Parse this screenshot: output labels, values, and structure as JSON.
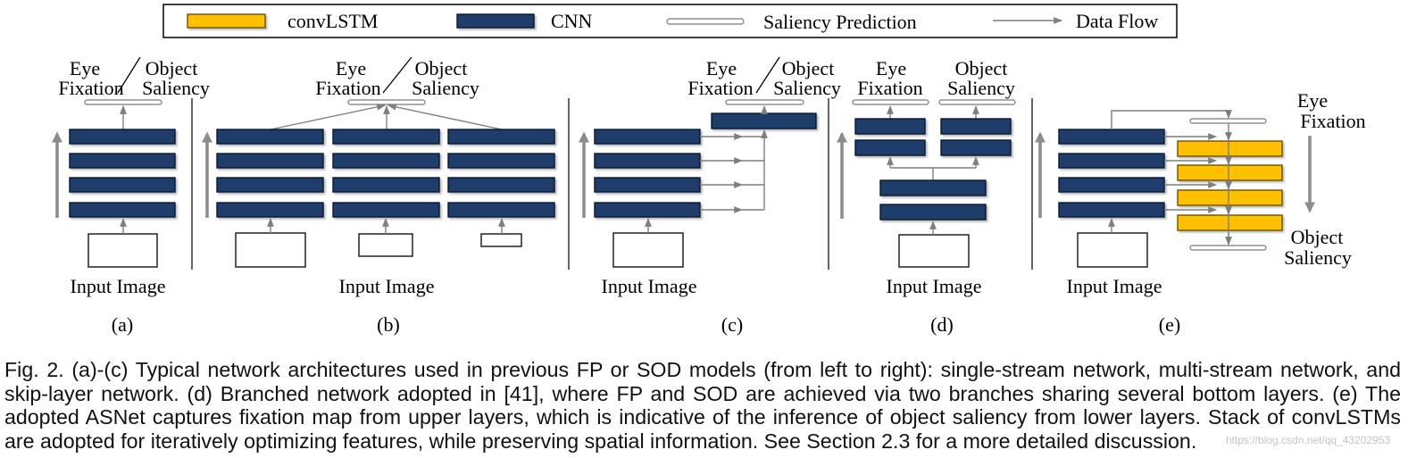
{
  "colors": {
    "convlstm": "#FFC000",
    "cnn": "#1F3D6B",
    "data_flow": "#7F7F7F"
  },
  "legend": {
    "convlstm": "convLSTM",
    "cnn": "CNN",
    "saliency_prediction": "Saliency Prediction",
    "data_flow": "Data Flow"
  },
  "panels": {
    "a": {
      "label": "(a)",
      "eye": "Eye",
      "fixation": "Fixation",
      "object": "Object",
      "saliency": "Saliency",
      "input": "Input Image"
    },
    "b": {
      "label": "(b)",
      "eye": "Eye",
      "fixation": "Fixation",
      "object": "Object",
      "saliency": "Saliency",
      "input": "Input Image"
    },
    "c": {
      "label": "(c)",
      "eye": "Eye",
      "fixation": "Fixation",
      "object": "Object",
      "saliency": "Saliency",
      "input": "Input Image"
    },
    "d": {
      "label": "(d)",
      "eye": "Eye",
      "fixation": "Fixation",
      "object": "Object",
      "saliency": "Saliency",
      "input": "Input Image"
    },
    "e": {
      "label": "(e)",
      "eye": "Eye",
      "fixation": "Fixation",
      "object": "Object",
      "saliency": "Saliency",
      "input": "Input Image"
    }
  },
  "caption": {
    "lines": [
      "Fig. 2. (a)-(c) Typical network architectures used in previous FP or SOD models (from left to right): single-stream network, multi-stream network, and",
      "skip-layer network. (d) Branched network adopted in [41], where FP and SOD are achieved via two branches sharing several bottom layers. (e) The",
      "adopted ASNet captures fixation map from upper layers, which is indicative of the inference of object saliency from lower layers. Stack of convLSTMs",
      "are adopted for iteratively optimizing features, while preserving spatial information. See Section 2.3 for a more detailed discussion."
    ]
  },
  "watermark": "https://blog.csdn.net/qq_43202953"
}
